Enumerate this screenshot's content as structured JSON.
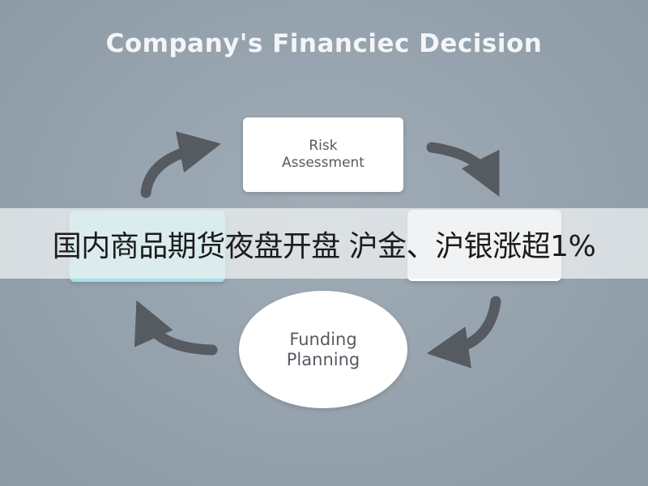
{
  "diagram": {
    "title": "Company's Financiec Decision",
    "nodes": {
      "risk": {
        "line1": "Risk",
        "line2": "Assessment"
      },
      "funding": {
        "line1": "Funding",
        "line2": "Planning"
      }
    }
  },
  "banner": {
    "headline": "国内商品期货夜盘开盘 沪金、沪银涨超1%"
  },
  "colors": {
    "background": "#96a3ae",
    "arrow": "#555b60",
    "box": "#ffffff",
    "highlight_box": "#9ee3ea",
    "banner": "#eceef0"
  }
}
